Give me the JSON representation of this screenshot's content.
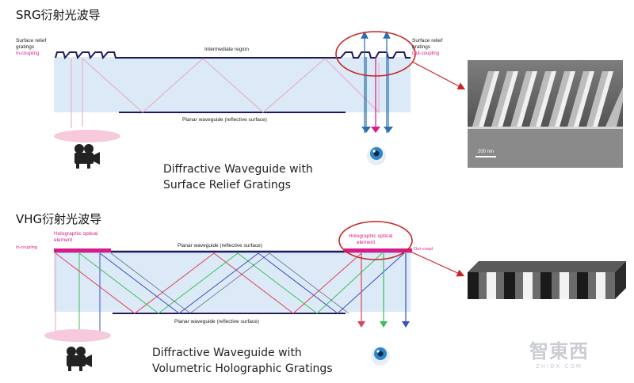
{
  "srg": {
    "title": "SRG衍射光波导",
    "labels": {
      "surface_relief_left": "Surface relief",
      "gratings_left": "gratings",
      "incoupling": "In-coupling",
      "intermediate": "Intermediate region",
      "surface_relief_right": "Surface relief",
      "gratings_right": "gratings",
      "outcoupling": "Out-coupling",
      "planar": "Planar waveguide (reflective surface)",
      "sem_scale": "200 nm"
    },
    "caption_line1": "Diffractive Waveguide with",
    "caption_line2": "Surface Relief Gratings"
  },
  "vhg": {
    "title": "VHG衍射光波导",
    "labels": {
      "hoe_left_1": "Holographic optical",
      "hoe_left_2": "element",
      "incoupling": "In-coupling",
      "planar_top": "Planar waveguide (reflective surface)",
      "hoe_right_1": "Holographic optical",
      "hoe_right_2": "element",
      "outcoupling": "Out-coupl",
      "planar_bottom": "Planar waveguide (reflective surface)"
    },
    "caption_line1": "Diffractive Waveguide with",
    "caption_line2": "Volumetric Holographic Gratings"
  },
  "watermark": {
    "logo": "智東西",
    "sub": "ZHIDX.COM"
  },
  "colors": {
    "waveguide_fill": "#dbeaf6",
    "dark_line": "#1d1a5e",
    "pink_ray": "#e8a6bf",
    "magenta": "#d81b8c",
    "red_circle": "#cc2222",
    "green_ray": "#3fbf5a",
    "blue_ray": "#3a4fc4",
    "red_ray": "#e0415a"
  }
}
